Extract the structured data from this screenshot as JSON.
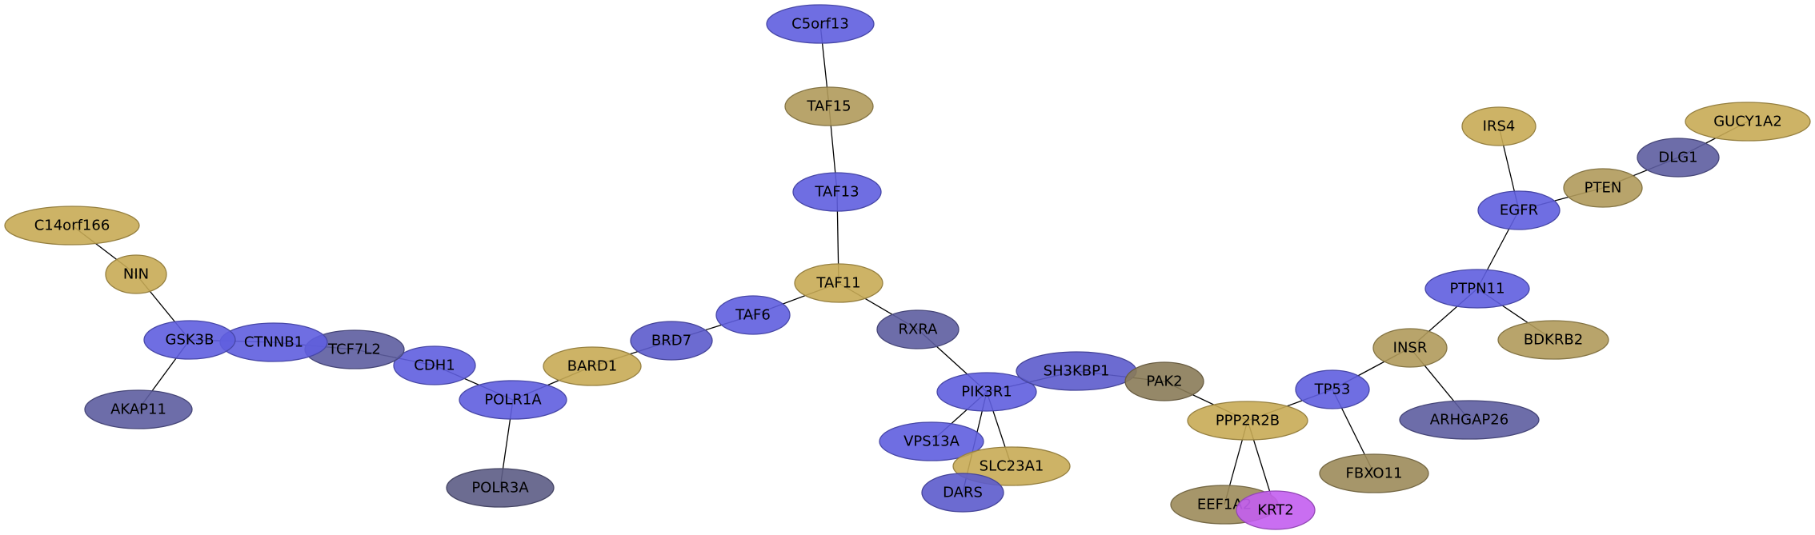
{
  "colors": {
    "gold": "#c8ab55",
    "tan": "#b09a5b",
    "olive": "#9c8b5a",
    "brown": "#8a7b58",
    "blue": "#5f5edf",
    "blue_mid": "#5c5bcc",
    "slate": "#5d5da0",
    "slate_dark": "#5c5c85",
    "navy": "#2525c2",
    "magenta": "#c35ef0"
  },
  "nodes": [
    {
      "id": "C5orf13",
      "label": "C5orf13",
      "color": "blue"
    },
    {
      "id": "TAF15",
      "label": "TAF15",
      "color": "tan"
    },
    {
      "id": "TAF13",
      "label": "TAF13",
      "color": "blue"
    },
    {
      "id": "TAF11",
      "label": "TAF11",
      "color": "gold"
    },
    {
      "id": "TAF6",
      "label": "TAF6",
      "color": "blue"
    },
    {
      "id": "BRD7",
      "label": "BRD7",
      "color": "blue_mid"
    },
    {
      "id": "BARD1",
      "label": "BARD1",
      "color": "gold"
    },
    {
      "id": "POLR1A",
      "label": "POLR1A",
      "color": "blue"
    },
    {
      "id": "POLR3A",
      "label": "POLR3A",
      "color": "slate_dark"
    },
    {
      "id": "CDH1",
      "label": "CDH1",
      "color": "blue"
    },
    {
      "id": "TCF7L2",
      "label": "TCF7L2",
      "color": "slate"
    },
    {
      "id": "CTNNB1",
      "label": "CTNNB1",
      "color": "blue"
    },
    {
      "id": "GSK3B",
      "label": "GSK3B",
      "color": "blue"
    },
    {
      "id": "NIN",
      "label": "NIN",
      "color": "gold"
    },
    {
      "id": "C14orf166",
      "label": "C14orf166",
      "color": "gold"
    },
    {
      "id": "AKAP11",
      "label": "AKAP11",
      "color": "slate"
    },
    {
      "id": "RXRA",
      "label": "RXRA",
      "color": "slate"
    },
    {
      "id": "PIK3R1",
      "label": "PIK3R1",
      "color": "blue"
    },
    {
      "id": "VPS13A",
      "label": "VPS13A",
      "color": "blue"
    },
    {
      "id": "SLC23A1",
      "label": "SLC23A1",
      "color": "gold"
    },
    {
      "id": "DARS",
      "label": "DARS",
      "color": "blue_mid"
    },
    {
      "id": "SH3KBP1",
      "label": "SH3KBP1",
      "color": "blue_mid"
    },
    {
      "id": "PAK2",
      "label": "PAK2",
      "color": "brown"
    },
    {
      "id": "PPP2R2B",
      "label": "PPP2R2B",
      "color": "gold"
    },
    {
      "id": "EEF1A2",
      "label": "EEF1A2",
      "color": "olive"
    },
    {
      "id": "KRT2",
      "label": "KRT2",
      "color": "magenta"
    },
    {
      "id": "TP53",
      "label": "TP53",
      "color": "blue"
    },
    {
      "id": "FBXO11",
      "label": "FBXO11",
      "color": "olive"
    },
    {
      "id": "INSR",
      "label": "INSR",
      "color": "tan"
    },
    {
      "id": "ARHGAP26",
      "label": "ARHGAP26",
      "color": "slate"
    },
    {
      "id": "PTPN11",
      "label": "PTPN11",
      "color": "blue"
    },
    {
      "id": "BDKRB2",
      "label": "BDKRB2",
      "color": "tan"
    },
    {
      "id": "EGFR",
      "label": "EGFR",
      "color": "blue"
    },
    {
      "id": "IRS4",
      "label": "IRS4",
      "color": "gold"
    },
    {
      "id": "PTEN",
      "label": "PTEN",
      "color": "tan"
    },
    {
      "id": "DLG1",
      "label": "DLG1",
      "color": "slate"
    },
    {
      "id": "GUCY1A2",
      "label": "GUCY1A2",
      "color": "gold"
    }
  ],
  "edges": [
    [
      "C5orf13",
      "TAF15"
    ],
    [
      "TAF15",
      "TAF13"
    ],
    [
      "TAF13",
      "TAF11"
    ],
    [
      "TAF11",
      "TAF6"
    ],
    [
      "TAF11",
      "RXRA"
    ],
    [
      "TAF6",
      "BRD7"
    ],
    [
      "BRD7",
      "BARD1"
    ],
    [
      "BARD1",
      "POLR1A"
    ],
    [
      "POLR1A",
      "POLR3A"
    ],
    [
      "POLR1A",
      "CDH1"
    ],
    [
      "CDH1",
      "TCF7L2"
    ],
    [
      "TCF7L2",
      "CTNNB1"
    ],
    [
      "CTNNB1",
      "GSK3B"
    ],
    [
      "GSK3B",
      "NIN"
    ],
    [
      "NIN",
      "C14orf166"
    ],
    [
      "GSK3B",
      "AKAP11"
    ],
    [
      "RXRA",
      "PIK3R1"
    ],
    [
      "PIK3R1",
      "VPS13A"
    ],
    [
      "PIK3R1",
      "SLC23A1"
    ],
    [
      "PIK3R1",
      "DARS"
    ],
    [
      "PIK3R1",
      "SH3KBP1"
    ],
    [
      "SH3KBP1",
      "PAK2"
    ],
    [
      "PAK2",
      "PPP2R2B"
    ],
    [
      "PPP2R2B",
      "EEF1A2"
    ],
    [
      "PPP2R2B",
      "KRT2"
    ],
    [
      "PPP2R2B",
      "TP53"
    ],
    [
      "TP53",
      "FBXO11"
    ],
    [
      "TP53",
      "INSR"
    ],
    [
      "INSR",
      "ARHGAP26"
    ],
    [
      "INSR",
      "PTPN11"
    ],
    [
      "PTPN11",
      "BDKRB2"
    ],
    [
      "PTPN11",
      "EGFR"
    ],
    [
      "EGFR",
      "IRS4"
    ],
    [
      "EGFR",
      "PTEN"
    ],
    [
      "PTEN",
      "DLG1"
    ],
    [
      "DLG1",
      "GUCY1A2"
    ]
  ]
}
